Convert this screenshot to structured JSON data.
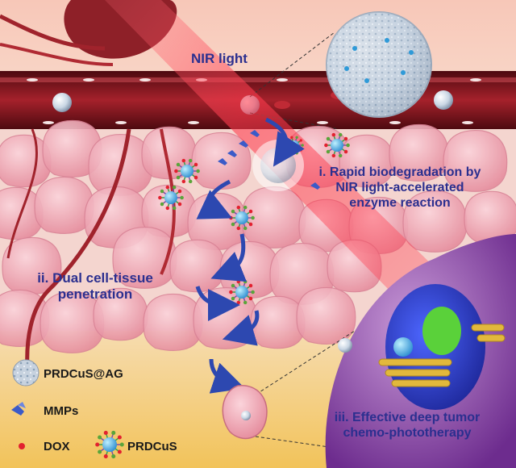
{
  "labels": {
    "nir": "NIR light",
    "step1": [
      "i. Rapid biodegradation by",
      "NIR light-accelerated",
      "enzyme reaction"
    ],
    "step2": [
      "ii. Dual cell-tissue",
      "penetration"
    ],
    "step3": [
      "iii. Effective deep tumor",
      "chemo-phototherapy"
    ]
  },
  "legend": {
    "prdcus_ag": "PRDCuS@AG",
    "mmps": "MMPs",
    "dox": "DOX",
    "prdcus": "PRDCuS"
  },
  "colors": {
    "label_blue": "#2b2f8f",
    "vessel_red": "#8e1620",
    "laser_red": "#ff3b4d",
    "tissue_pink": "#f0a7b3",
    "tumor_yellow": "#f2c64a",
    "tumor_cell_purple": "#7e3fa6",
    "nucleus_blue": "#2c3bd1",
    "core_green": "#5ad13a"
  },
  "icons": [
    "nir-laser-beam",
    "blood-vessel",
    "nanoparticle",
    "mmp-enzyme",
    "dox-dot",
    "tumor-cell",
    "penetration-arrow"
  ]
}
